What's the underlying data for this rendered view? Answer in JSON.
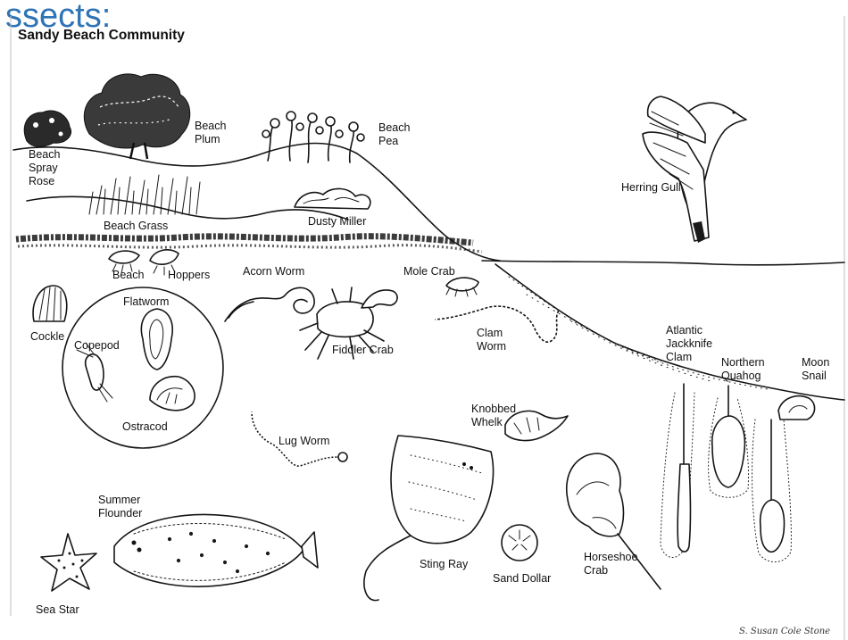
{
  "slide_title_fragment": "ssects:",
  "figure": {
    "title": "Sandy Beach Community",
    "signature": "S. Susan Cole Stone"
  },
  "labels": {
    "beach_spray_rose": [
      "Beach",
      "Spray",
      "Rose"
    ],
    "beach_plum": [
      "Beach",
      "Plum"
    ],
    "beach_pea": [
      "Beach",
      "Pea"
    ],
    "beach_grass": "Beach Grass",
    "dusty_miller": "Dusty Miller",
    "herring_gull": "Herring Gull",
    "beach_hoppers_left": "Beach",
    "beach_hoppers_right": "Hoppers",
    "acorn_worm": "Acorn Worm",
    "mole_crab": "Mole Crab",
    "cockle": "Cockle",
    "flatworm": "Flatworm",
    "copepod": "Copepod",
    "ostracod": "Ostracod",
    "fiddler_crab": "Fiddler Crab",
    "clam_worm": [
      "Clam",
      "Worm"
    ],
    "atlantic_jackknife_clam": [
      "Atlantic",
      "Jackknife",
      "Clam"
    ],
    "northern_quahog": [
      "Northern",
      "Quahog"
    ],
    "moon_snail": [
      "Moon",
      "Snail"
    ],
    "knobbed_whelk": [
      "Knobbed",
      "Whelk"
    ],
    "lug_worm": "Lug Worm",
    "summer_flounder": [
      "Summer",
      "Flounder"
    ],
    "sting_ray": "Sting Ray",
    "sand_dollar": "Sand Dollar",
    "horseshoe_crab": [
      "Horseshoe",
      "Crab"
    ],
    "sea_star": "Sea Star"
  }
}
